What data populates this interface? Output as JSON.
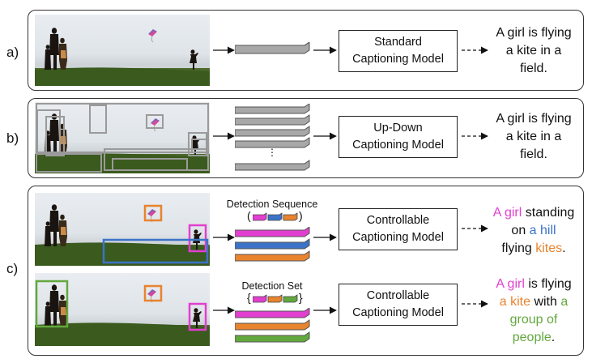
{
  "panels": [
    {
      "label": "a)",
      "model": [
        "Standard",
        "Captioning Model"
      ],
      "caption_lines": [
        [
          "A girl is flying"
        ],
        [
          "a kite in a"
        ],
        [
          "field."
        ]
      ]
    },
    {
      "label": "b)",
      "model": [
        "Up-Down",
        "Captioning Model"
      ],
      "features_ellipsis": "⋮",
      "caption_lines": [
        [
          "A girl is flying"
        ],
        [
          "a kite in a"
        ],
        [
          "field."
        ]
      ]
    },
    {
      "label": "c)",
      "rows": [
        {
          "header": "Detection Sequence",
          "brackets": [
            "(",
            ")"
          ],
          "model": [
            "Controllable",
            "Captioning Model"
          ],
          "caption": [
            {
              "text": "A girl",
              "color": "magenta"
            },
            {
              "text": " standing",
              "color": "black"
            },
            {
              "text": "on ",
              "color": "black",
              "newline": true
            },
            {
              "text": "a hill",
              "color": "blue"
            },
            {
              "text": "flying ",
              "color": "black",
              "newline": true
            },
            {
              "text": "kites",
              "color": "orange"
            },
            {
              "text": ".",
              "color": "black"
            }
          ]
        },
        {
          "header": "Detection Set",
          "brackets": [
            "{",
            "}"
          ],
          "model": [
            "Controllable",
            "Captioning Model"
          ],
          "caption": [
            {
              "text": "A girl",
              "color": "magenta"
            },
            {
              "text": " is flying",
              "color": "black"
            },
            {
              "text": "a kite",
              "color": "orange",
              "newline": true
            },
            {
              "text": " with ",
              "color": "black"
            },
            {
              "text": "a",
              "color": "green"
            },
            {
              "text": "group of",
              "color": "green",
              "newline": true
            },
            {
              "text": "people",
              "color": "green",
              "newline": true
            },
            {
              "text": ".",
              "color": "black"
            }
          ]
        }
      ]
    }
  ],
  "colors": {
    "magenta": "#e23fd0",
    "blue": "#3c73c8",
    "orange": "#e8832e",
    "green": "#62a83e",
    "gray_feature": "#a8a8a8",
    "gray_box": "#9a9a9a",
    "black": "#111111"
  }
}
